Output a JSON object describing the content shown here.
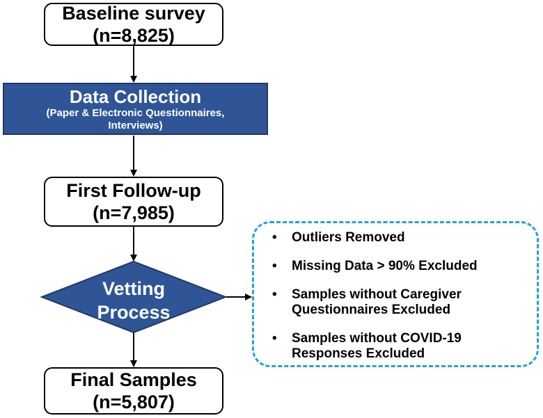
{
  "nodes": {
    "baseline": {
      "line1": "Baseline survey",
      "line2": "(n=8,825)"
    },
    "data_collection": {
      "title": "Data Collection",
      "sub1": "(Paper & Electronic Questionnaires,",
      "sub2": "Interviews)"
    },
    "first_followup": {
      "line1": "First Follow-up",
      "line2": "(n=7,985)"
    },
    "vetting": {
      "line1": "Vetting",
      "line2": "Process"
    },
    "final": {
      "line1": "Final Samples",
      "line2": "(n=5,807)"
    }
  },
  "criteria": {
    "bullet": "•",
    "items": [
      {
        "line1": "Outliers Removed"
      },
      {
        "line1": "Missing Data > 90% Excluded"
      },
      {
        "line1": "Samples without Caregiver",
        "line2": "Questionnaires Excluded"
      },
      {
        "line1": "Samples without COVID-19",
        "line2": "Responses Excluded"
      }
    ]
  },
  "colors": {
    "box_fill": "#2f5597",
    "dashed_border": "#1fa3d9",
    "arrow": "#000000"
  }
}
